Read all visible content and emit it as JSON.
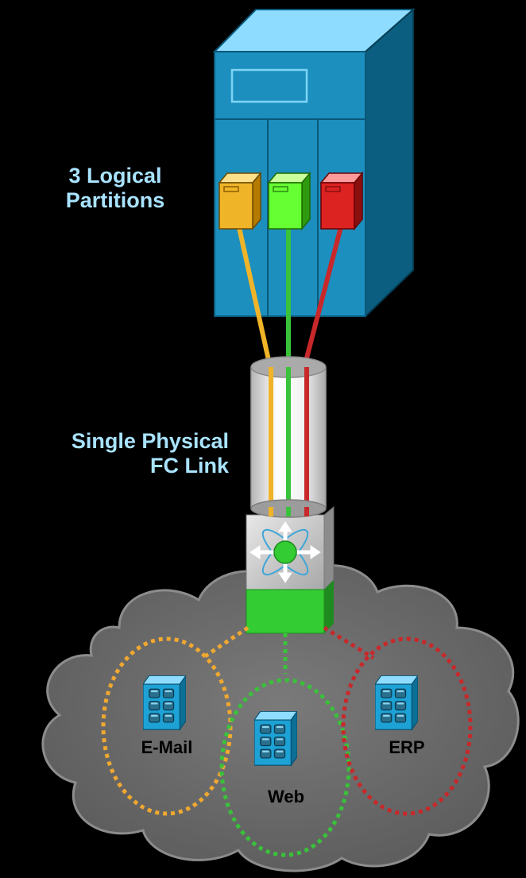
{
  "labels": {
    "partitions_line1": "3 Logical",
    "partitions_line2": "Partitions",
    "link_line1": "Single Physical",
    "link_line2": "FC Link"
  },
  "apps": [
    {
      "name": "E-Mail",
      "color": "#f0a830"
    },
    {
      "name": "Web",
      "color": "#39c23a"
    },
    {
      "name": "ERP",
      "color": "#c8282a"
    }
  ],
  "colors": {
    "background": "#000000",
    "label": "#a9e3ff",
    "server_front": "#1c8fbf",
    "server_top": "#8edcff",
    "server_side": "#0b5e80",
    "cloud": "#6e6e6e",
    "switch_gray": "#c8c8c8",
    "switch_green": "#33cc33",
    "partition_yellow": "#f0b428",
    "partition_green": "#66ff33",
    "partition_red": "#dd2222"
  }
}
